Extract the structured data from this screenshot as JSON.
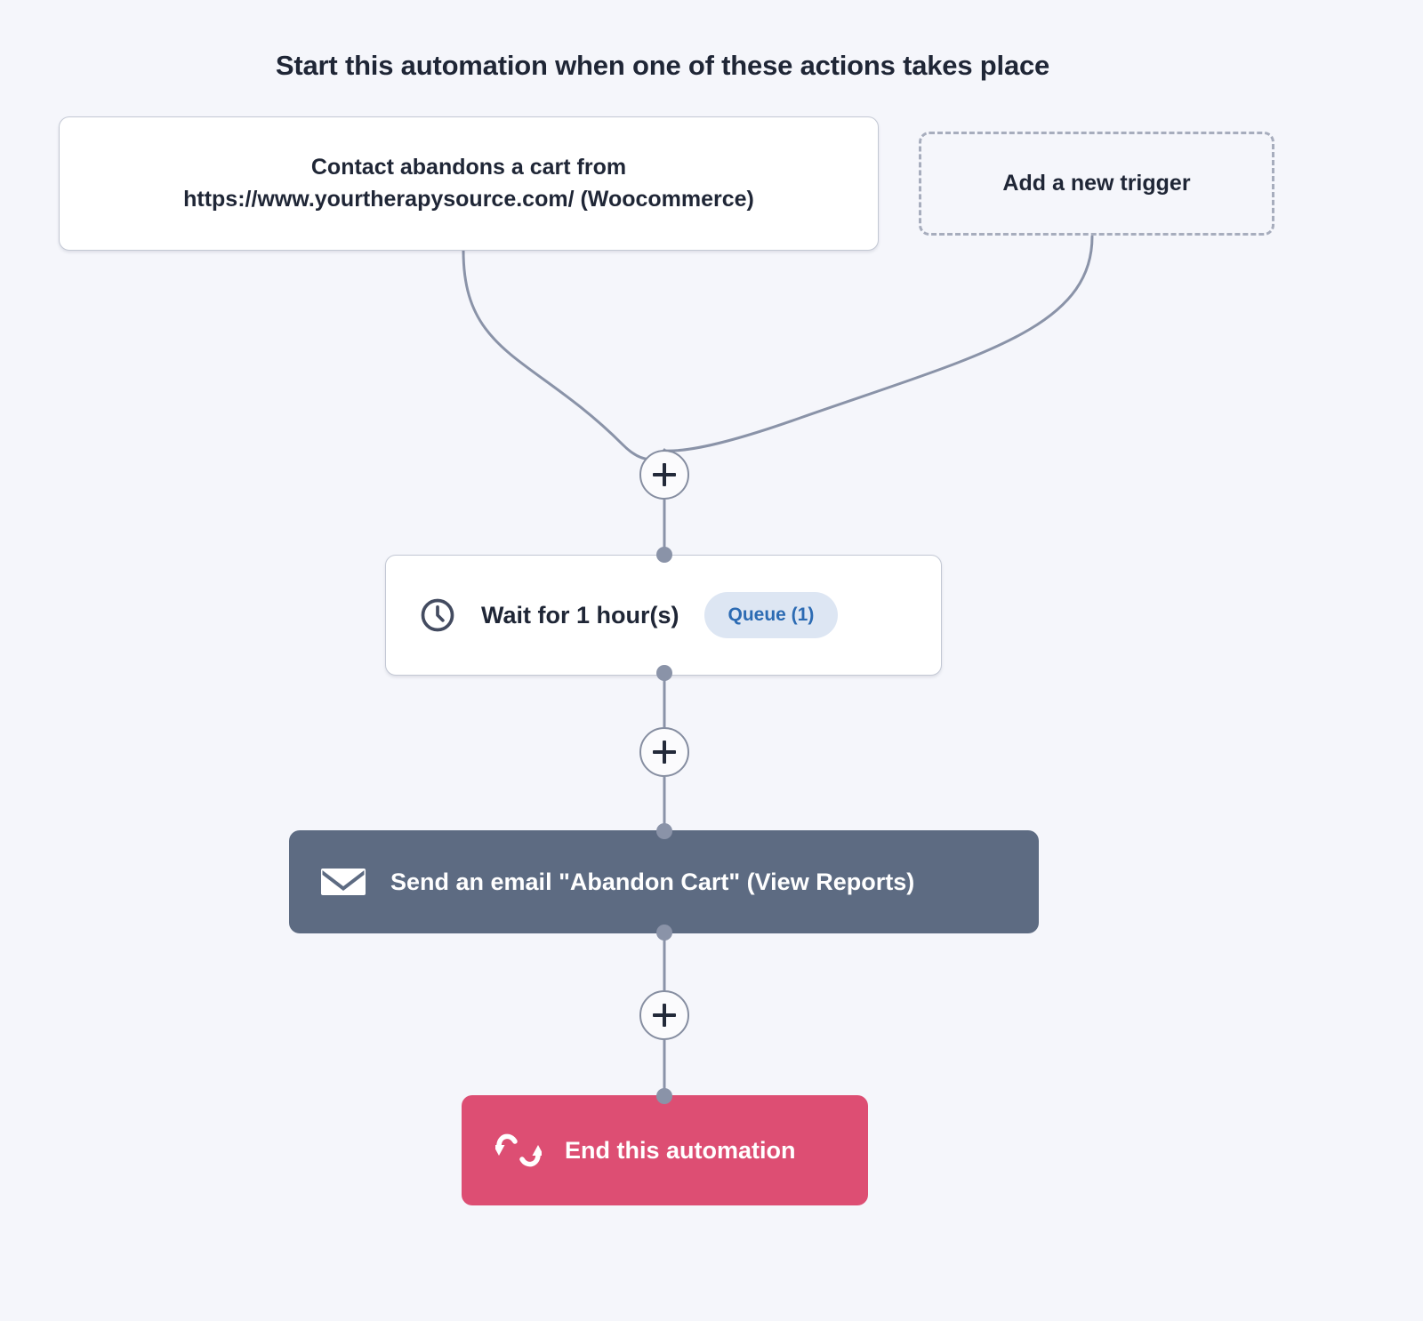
{
  "heading": "Start this automation when one of these actions takes place",
  "colors": {
    "canvas_background": "#f5f6fb",
    "card_background": "#ffffff",
    "card_border": "#c3c8d4",
    "text_dark": "#1f2636",
    "connector_line": "#8a93a8",
    "connector_dot": "#8a93a8",
    "email_node": "#5d6b82",
    "end_node": "#dd4e73",
    "queue_pill_background": "#dde6f3",
    "queue_pill_text": "#2c6bb3",
    "dashed_border": "#a7adbd"
  },
  "triggers": [
    {
      "id": "trigger-woocommerce",
      "line1": "Contact abandons a cart from",
      "line2": "https://www.yourtherapysource.com/ (Woocommerce)"
    }
  ],
  "add_trigger": {
    "label": "Add a new trigger"
  },
  "steps": [
    {
      "id": "step-wait",
      "icon": "clock-icon",
      "label": "Wait for 1 hour(s)",
      "badge": "Queue (1)",
      "badge_count": 1
    },
    {
      "id": "step-send-email",
      "icon": "envelope-icon",
      "label": "Send an email \"Abandon Cart\" (View Reports)"
    },
    {
      "id": "step-end",
      "icon": "exchange-arrows-icon",
      "label": "End this automation"
    }
  ],
  "add_step_buttons": [
    {
      "id": "add-step-1",
      "icon": "plus-icon",
      "label": "+"
    },
    {
      "id": "add-step-2",
      "icon": "plus-icon",
      "label": "+"
    },
    {
      "id": "add-step-3",
      "icon": "plus-icon",
      "label": "+"
    }
  ]
}
